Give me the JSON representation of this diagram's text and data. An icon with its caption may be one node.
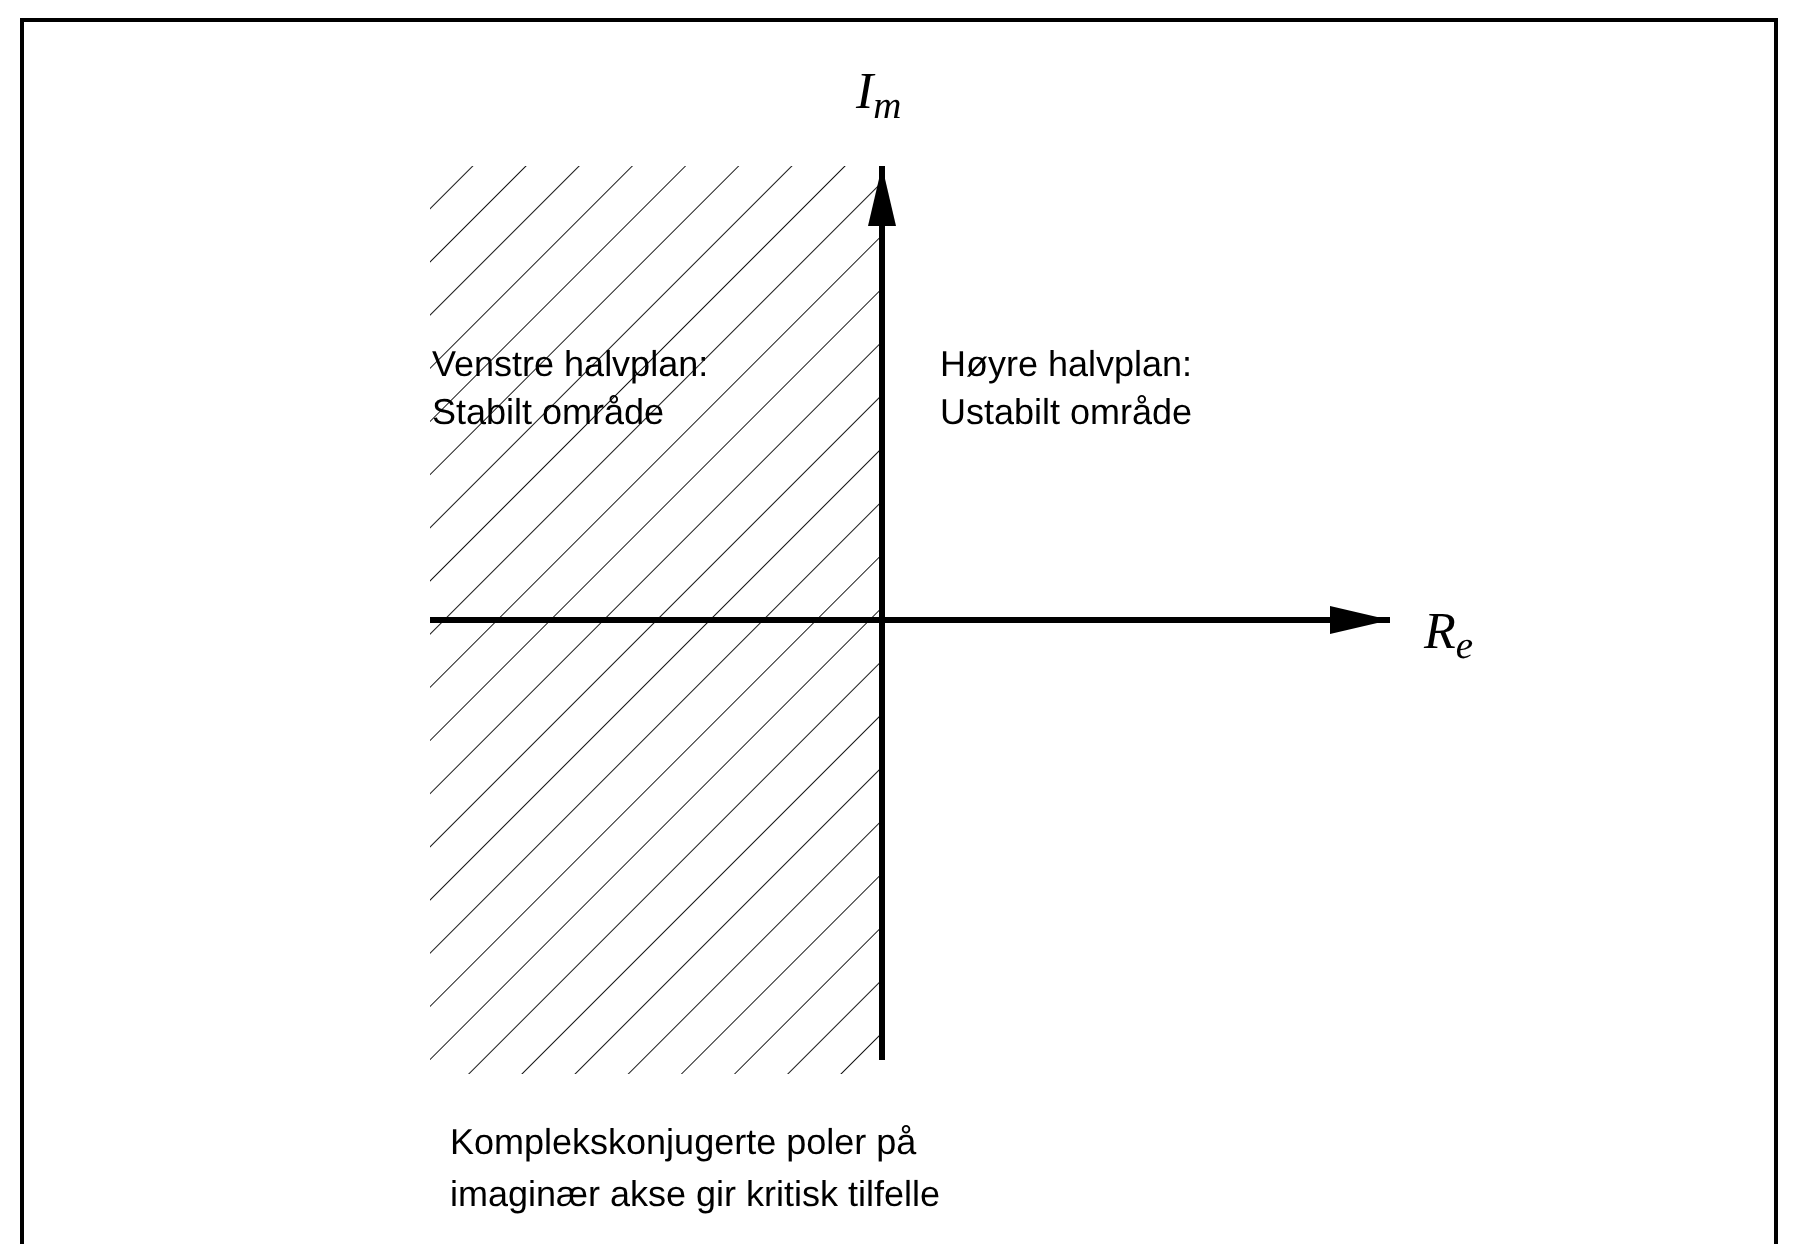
{
  "diagram": {
    "caption": "Komplekskonjugerte poler på imaginær akse gir kritisk tilfelle",
    "labels": [
      "I$_{m}$",
      "Venstre halvplan: Stabilt område",
      "Høyre halvplan: Ustabilt område",
      "R$_{e}$"
    ]
  }
}
